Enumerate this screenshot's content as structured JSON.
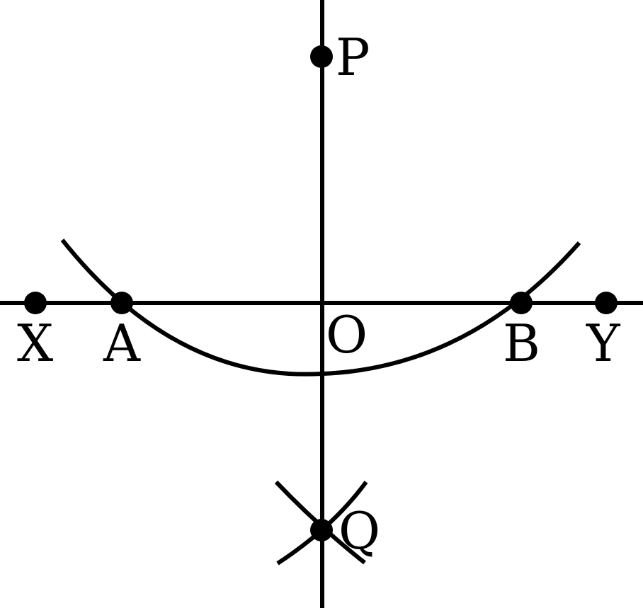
{
  "diagram": {
    "labels": {
      "P": "P",
      "X": "X",
      "A": "A",
      "O": "O",
      "B": "B",
      "Y": "Y",
      "Q": "Q"
    }
  }
}
